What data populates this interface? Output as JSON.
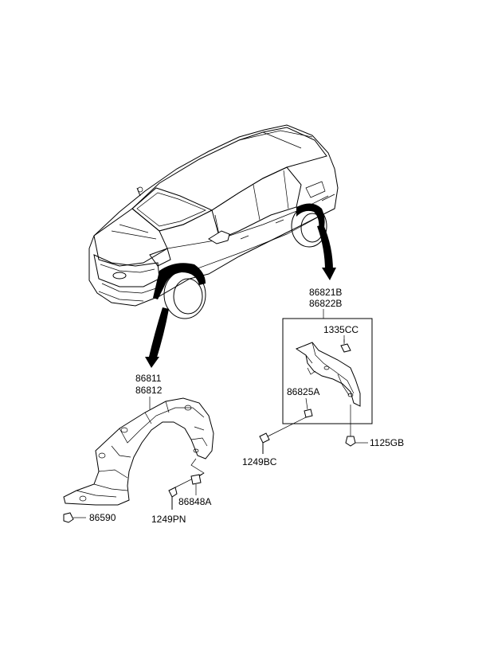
{
  "callouts": {
    "rear_liner_a": "86821B",
    "rear_liner_b": "86822B",
    "rear_clip": "1335CC",
    "rear_bracket": "86825A",
    "rear_bolt": "1125GB",
    "rear_screw": "1249BC",
    "front_liner_a": "86811",
    "front_liner_b": "86812",
    "front_clip": "86848A",
    "front_screw": "1249PN",
    "front_nut": "86590"
  },
  "colors": {
    "line": "#000000",
    "background": "#ffffff"
  }
}
